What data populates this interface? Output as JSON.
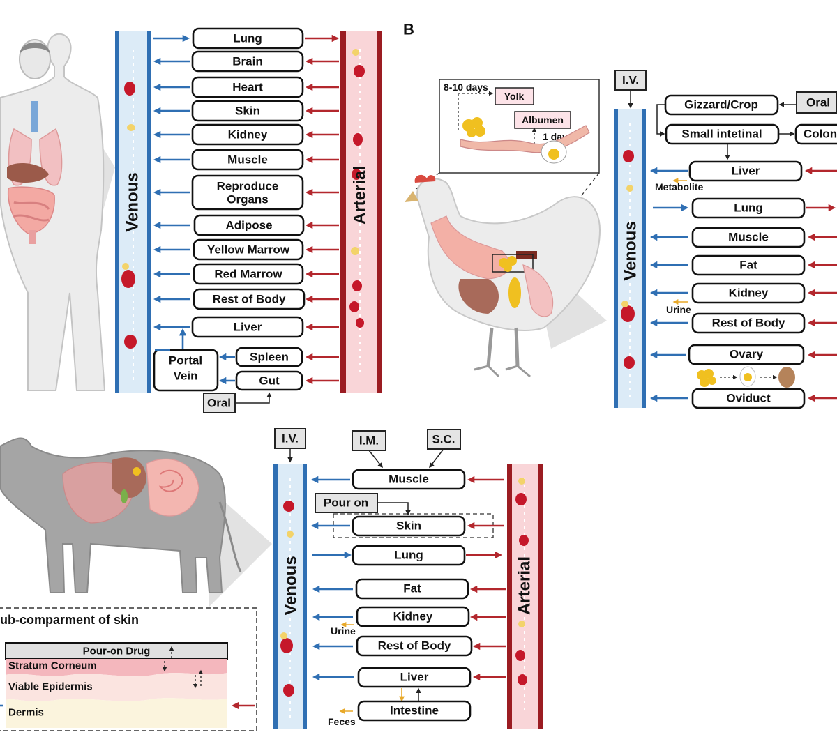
{
  "panel_b_label": "B",
  "venous": "Venous",
  "arterial": "Arterial",
  "human": {
    "organs": [
      "Lung",
      "Brain",
      "Heart",
      "Skin",
      "Kidney",
      "Muscle",
      "Reproduce",
      "Organs",
      "Adipose",
      "Yellow Marrow",
      "Red Marrow",
      "Rest of Body",
      "Liver",
      "Spleen",
      "Gut"
    ],
    "portal_vein": [
      "Portal",
      "Vein"
    ],
    "oral": "Oral"
  },
  "chicken": {
    "iv": "I.V.",
    "oral": "Oral",
    "gizzard": "Gizzard/Crop",
    "small_intestine": "Small intetinal",
    "colon": "Colon",
    "liver": "Liver",
    "metabolite": "Metabolite",
    "lung": "Lung",
    "muscle": "Muscle",
    "fat": "Fat",
    "kidney": "Kidney",
    "urine": "Urine",
    "rest": "Rest of Body",
    "ovary": "Ovary",
    "oviduct": "Oviduct",
    "inset": {
      "days": "8-10 days",
      "yolk": "Yolk",
      "albumen": "Albumen",
      "one_day": "1 day"
    }
  },
  "cattle": {
    "iv": "I.V.",
    "im": "I.M.",
    "sc": "S.C.",
    "pour_on": "Pour on",
    "muscle": "Muscle",
    "skin": "Skin",
    "lung": "Lung",
    "fat": "Fat",
    "kidney": "Kidney",
    "urine": "Urine",
    "rest": "Rest of Body",
    "liver": "Liver",
    "intestine": "Intestine",
    "feces": "Feces",
    "skin_sub": {
      "title": "ub-comparment of skin",
      "drug": "Pour-on Drug",
      "stratum": "Stratum Corneum",
      "viable": "Viable Epidermis",
      "dermis": "Dermis"
    }
  },
  "colors": {
    "venous_blue": "#2f6fb3",
    "arterial_red": "#b3272d",
    "vessel_blue_light": "#dcebf7",
    "vessel_red_light": "#f9d5d8",
    "yellow": "#f0c020"
  }
}
